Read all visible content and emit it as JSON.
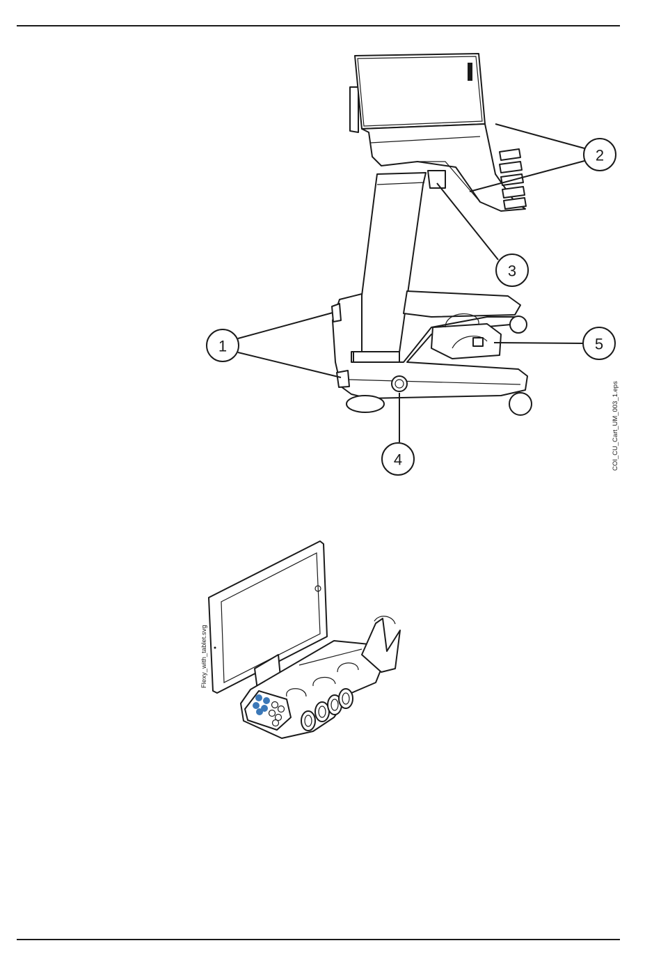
{
  "figure1": {
    "file_label": "COI_CU_Cart_UM_003_1.eps",
    "callouts": [
      "1",
      "2",
      "3",
      "4",
      "5"
    ]
  },
  "figure2": {
    "file_label": "Flexy_with_tablet.svg"
  },
  "colors": {
    "line": "#1a1a1a",
    "keypad_blue": "#3b78b8"
  }
}
